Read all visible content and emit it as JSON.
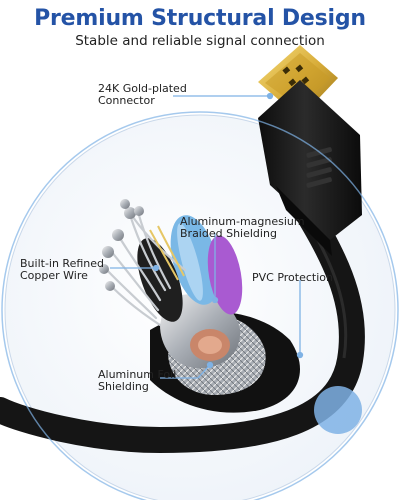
{
  "header": {
    "title": "Premium Structural Design",
    "subtitle": "Stable and reliable signal connection"
  },
  "callouts": {
    "connector": [
      "24K Gold-plated",
      "Connector"
    ],
    "braided": [
      "Aluminum-magnesium",
      "Braided Shielding"
    ],
    "copper": [
      "Built-in Refined",
      "Copper Wire"
    ],
    "pvc": [
      "PVC Protection"
    ],
    "foil": [
      "Aluminum Foil",
      "Shielding"
    ]
  },
  "colors": {
    "title": "#2453a6",
    "accent_line": "#7fb2e5",
    "gold": "#d8ad3a",
    "cable": "#151515"
  }
}
